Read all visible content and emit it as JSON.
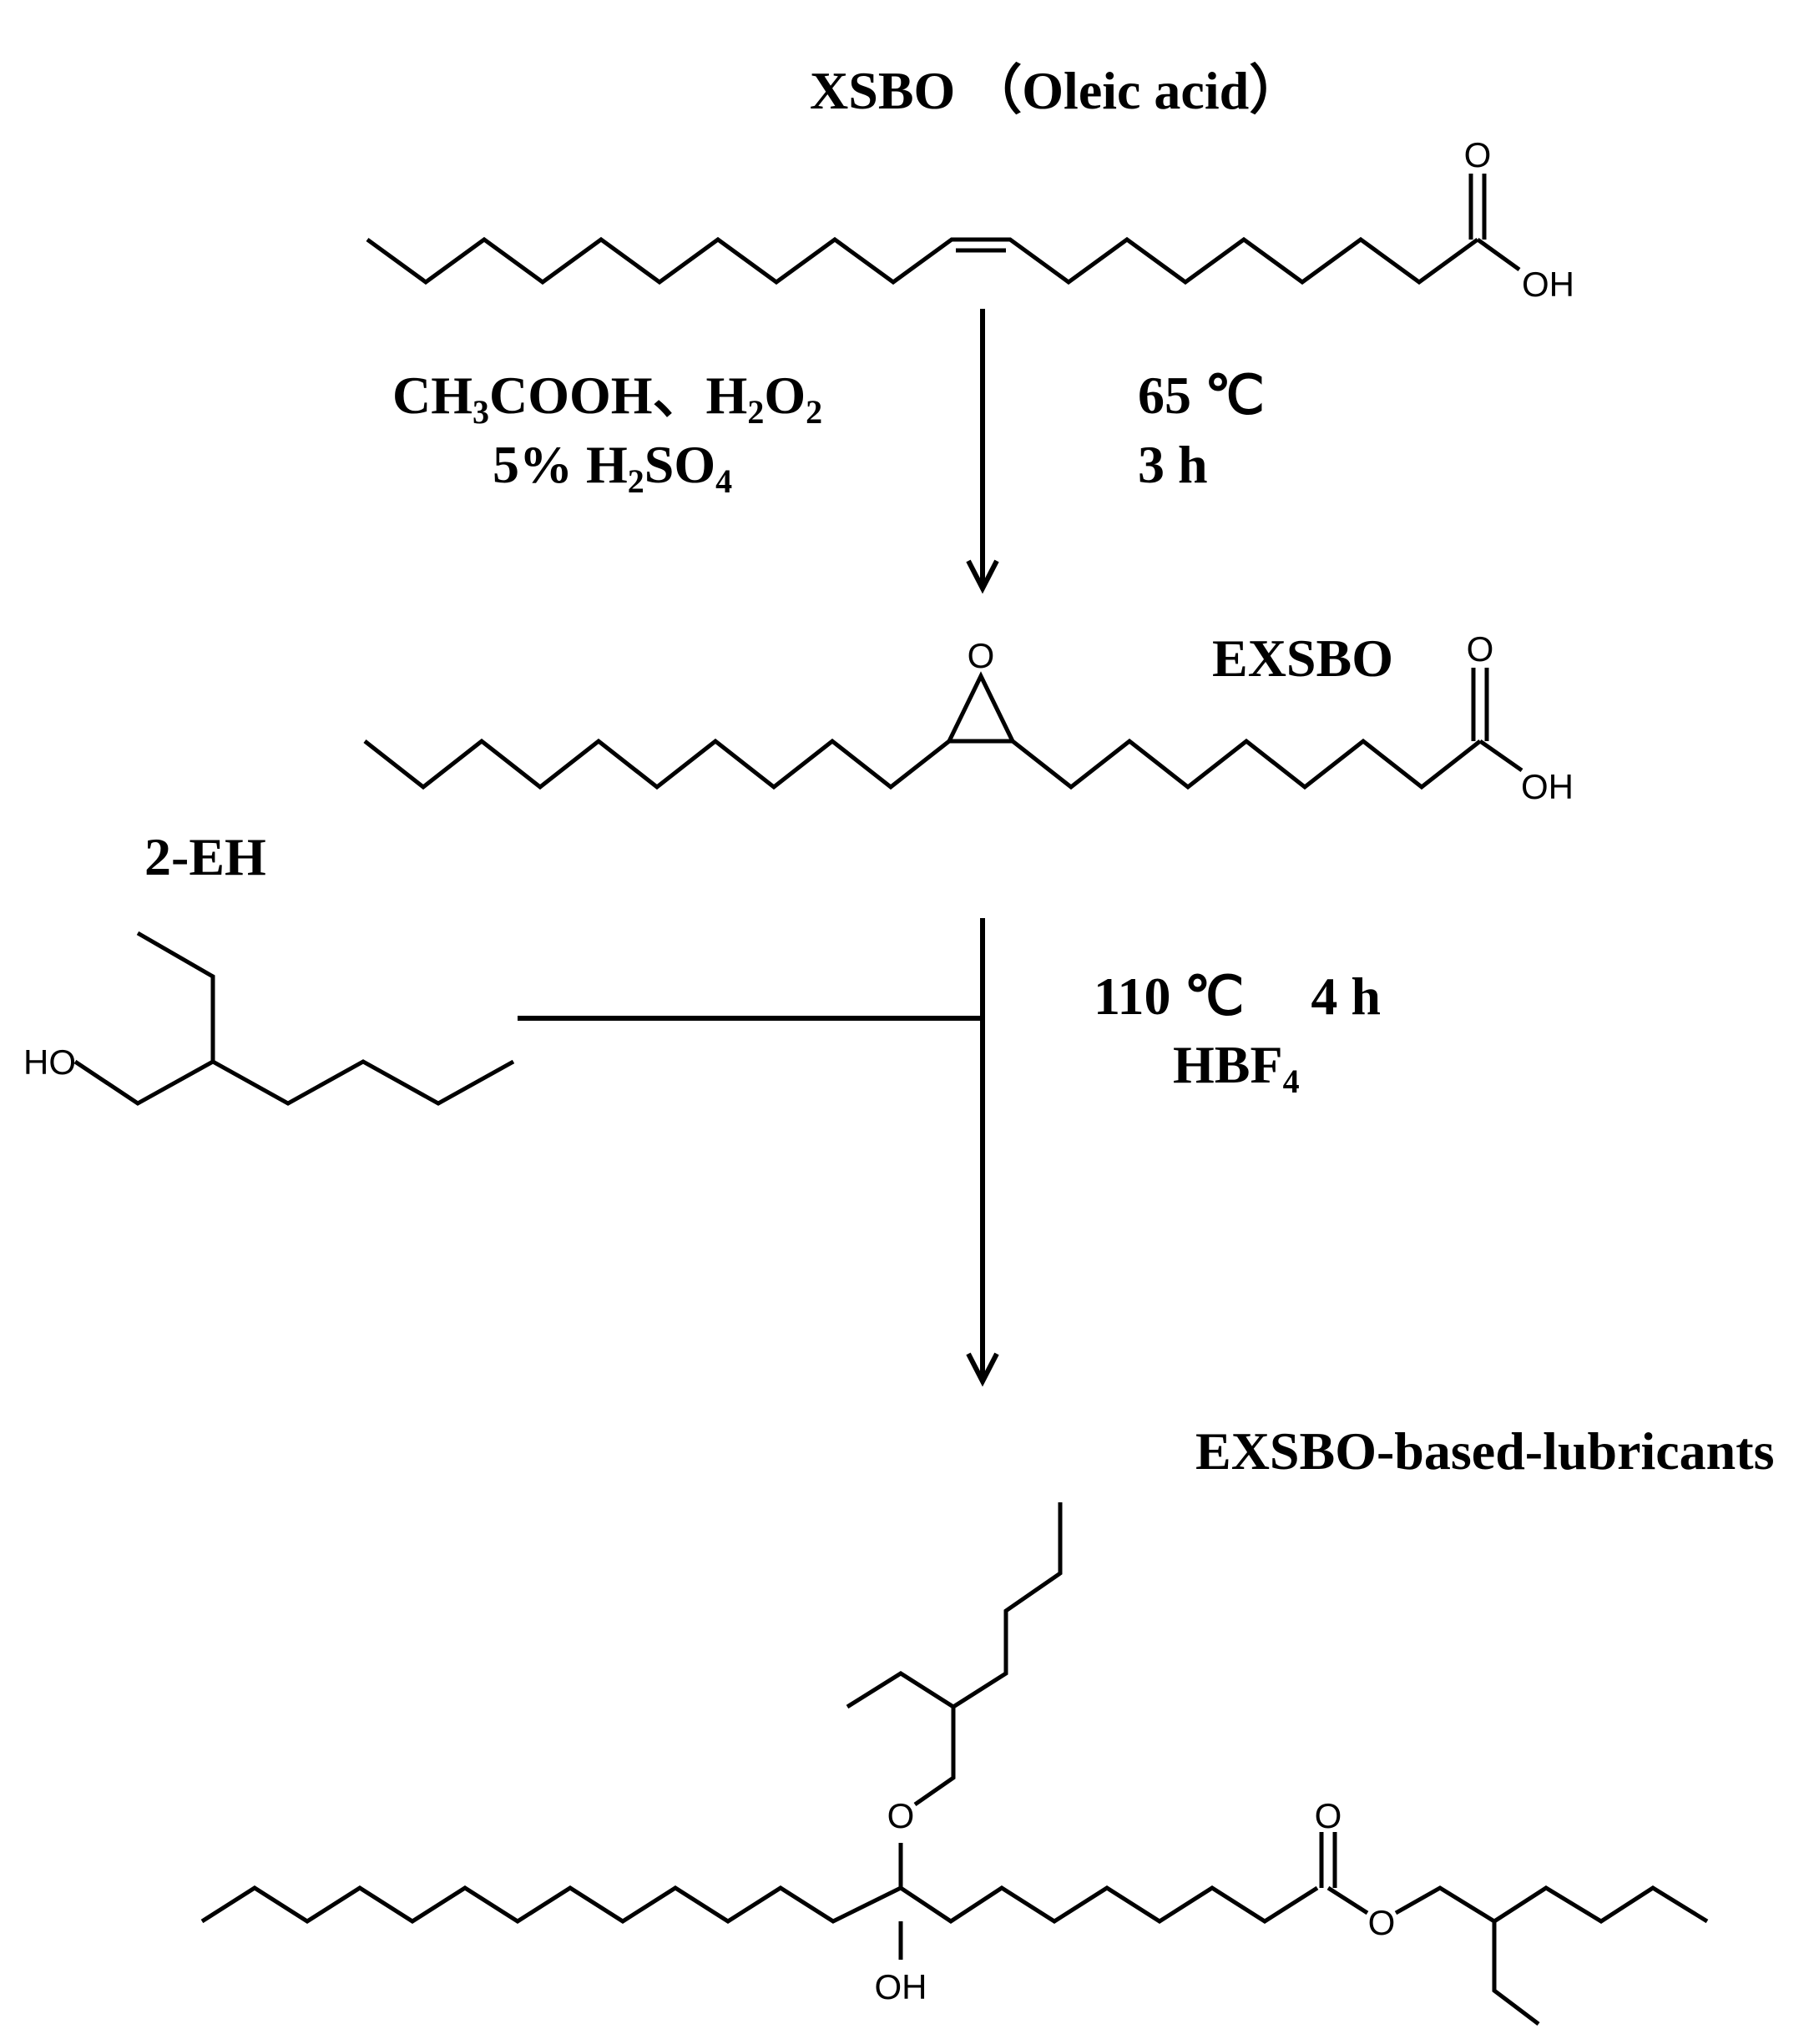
{
  "compounds": {
    "xsbo_title": "XSBO （Oleic acid）",
    "exsbo_title": "EXSBO",
    "eh_title": "2-EH",
    "product_title": "EXSBO-based-lubricants"
  },
  "step1": {
    "reagents_line1": [
      "CH",
      "3",
      "COOH、H",
      "2",
      "O",
      "2"
    ],
    "reagents_line2": [
      "5% H",
      "2",
      "SO",
      "4"
    ],
    "temperature": "65 ℃",
    "time": "3 h"
  },
  "step2": {
    "conditions_line1": "110 ℃     4 h",
    "catalyst": [
      "HBF",
      "4"
    ]
  },
  "atoms": {
    "O": "O",
    "OH": "OH",
    "HO": "HO"
  }
}
